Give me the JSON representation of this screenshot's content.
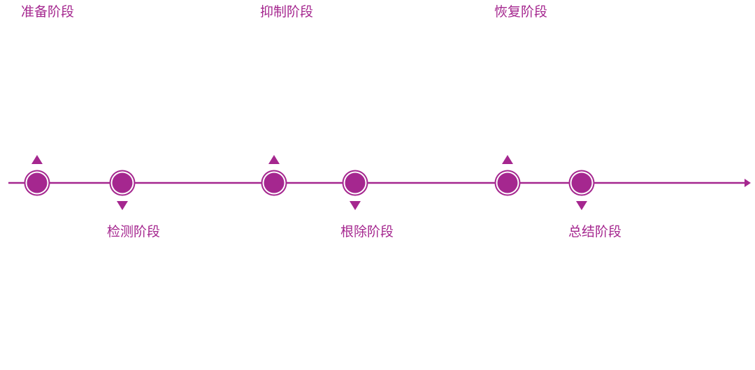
{
  "colors": {
    "accent": "#a5278f",
    "ring_gap": "#ffffff",
    "background": "#ffffff"
  },
  "timeline": {
    "stages": [
      {
        "label": "准备阶段",
        "side": "top"
      },
      {
        "label": "检测阶段",
        "side": "bottom"
      },
      {
        "label": "抑制阶段",
        "side": "top"
      },
      {
        "label": "根除阶段",
        "side": "bottom"
      },
      {
        "label": "恢复阶段",
        "side": "top"
      },
      {
        "label": "总结阶段",
        "side": "bottom"
      }
    ]
  }
}
